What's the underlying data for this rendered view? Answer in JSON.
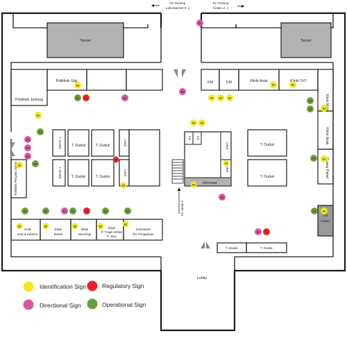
{
  "top_nav": {
    "lab_line1": "Ke Gedung",
    "lab_line2": "Laboratorium lt. 1",
    "iso_line1": "Ke Gedung",
    "iso_line2": "Isolasi Lt. 1"
  },
  "rooms": {
    "taman_left": "Taman",
    "taman_right": "Taman",
    "poli_gigi": "Poliklinik Gigi",
    "poli_jantung": "Poliklinik Jantung",
    "km1": "KM",
    "km2": "KM",
    "klinik_anak_top": "Klinik Anak",
    "klinik_tht": "Klinik THT",
    "klinik_mata": "Klinik Mata",
    "klinik_anak_right": "Klinik Anak",
    "ruang_panel": "Ruang Panel",
    "lift_pasien_1": "Lift",
    "lift_pasien_2": "Pasien",
    "poli_penyakit_dalam": "Poliklinik Penyakit Dalam",
    "tduduk": "T. Duduk",
    "loket": "Loket",
    "informasi": "Informasi",
    "kta": "KTA",
    "ke_lantai2": "Ke Lantai 2",
    "poli_kulit_1": "Polik",
    "poli_kulit_2": "Kulit & Kelamin",
    "poli_bedah_1": "iklinik",
    "poli_bedah_2": "Bedah",
    "poli_neuro_1": "iklinik",
    "poli_neuro_2": "Neurologi",
    "poli_tropik_1": "iklinik",
    "poli_tropik_2": "P. Tropik Infeksi",
    "poli_tropik_3": "P. Jiwa",
    "sekretariat_1": "Sekretariat",
    "sekretariat_2": "Tim Pengaduan",
    "lobby": "Lobby"
  },
  "markers": {
    "a1": "A1",
    "a2": "A2",
    "a3": "A3",
    "a4": "A4",
    "b1": "B1",
    "b2": "B2",
    "b3": "B3",
    "b4": "B4",
    "c1": "C1",
    "c2": "C2",
    "c3": "C3",
    "c4": "C4",
    "d1": "D1",
    "d2": "D2",
    "d3": "D3",
    "d4": "D4",
    "o1": "O1"
  },
  "legend": {
    "identification": "Identification Sign",
    "regulatory": "Regulatory Sign",
    "directional": "Directional Sign",
    "operational": "Operational Sign"
  },
  "colors": {
    "identification": "#f2e81e",
    "regulatory": "#e8262a",
    "directional": "#d9589c",
    "operational": "#6a9e3a",
    "garden": "#b3b3b3",
    "wall": "#1a1a1a"
  }
}
